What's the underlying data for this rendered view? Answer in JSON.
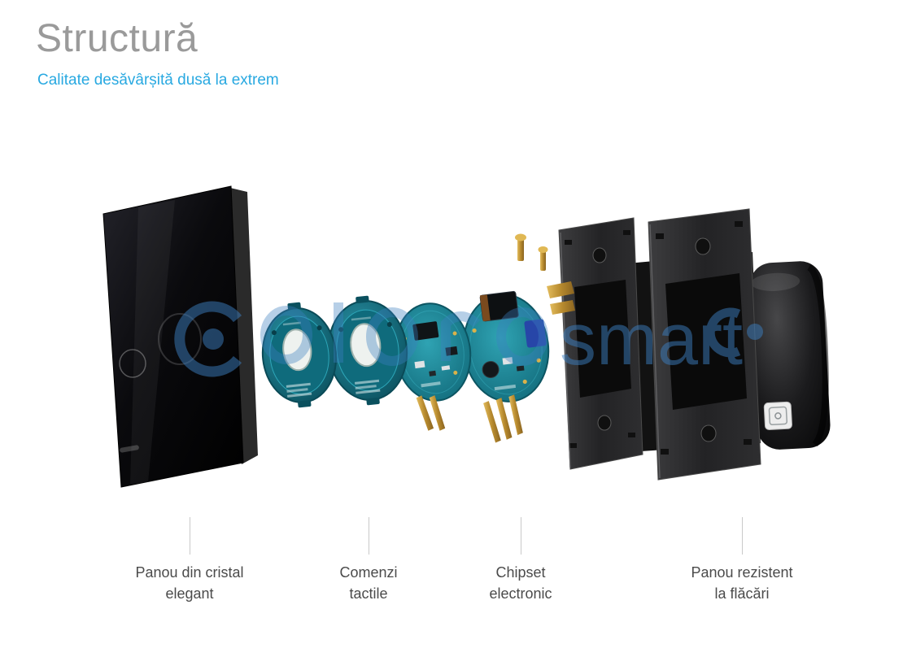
{
  "header": {
    "title": "Structură",
    "subtitle": "Calitate desăvârșită dusă la extrem"
  },
  "watermark": {
    "text": "smart"
  },
  "captions": [
    {
      "line1": "Panou din cristal",
      "line2": "elegant"
    },
    {
      "line1": "Comenzi",
      "line2": "tactile"
    },
    {
      "line1": "Chipset",
      "line2": "electronic"
    },
    {
      "line1": "Panou rezistent",
      "line2": "la flăcări"
    }
  ],
  "colors": {
    "title_gray": "#9a9a9a",
    "subtitle_cyan": "#29a9e1",
    "caption_gray": "#4b4b4b",
    "watermark_blue": "#3c7fc0",
    "glass_black": "#050506",
    "touch_module_teal": "#11606f",
    "pcb_teal": "#157181",
    "brass_gold": "#b78a2e",
    "frame_dark": "#232325",
    "callout_line": "#c9c9c9",
    "background": "#ffffff"
  }
}
